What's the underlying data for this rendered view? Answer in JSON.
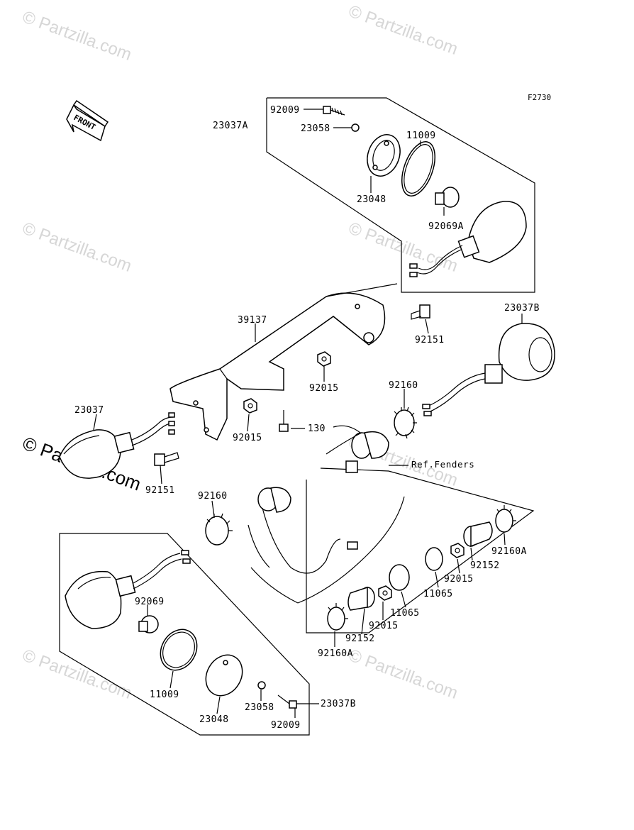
{
  "diagram": {
    "figure_code": "F2730",
    "direction_label": "FRONT",
    "watermark": {
      "faint_text": "Partzilla.com",
      "main_text": "Partzilla.com",
      "symbol": "©"
    },
    "reference_note": "Ref.Fenders",
    "labels": {
      "p92009_top": "92009",
      "p23037A": "23037A",
      "p23058_top": "23058",
      "p11009_top": "11009",
      "p23048_top": "23048",
      "p92069A": "92069A",
      "p23037B_right": "23037B",
      "p39137": "39137",
      "p92151_right": "92151",
      "p92015_mid": "92015",
      "p92160_right": "92160",
      "p23037_left": "23037",
      "p92015_left": "92015",
      "p130": "130",
      "p92151_left": "92151",
      "p92160_left": "92160",
      "p92160A_right": "92160A",
      "p92152_right": "92152",
      "p92015_right": "92015",
      "p11065_right": "11065",
      "p11065_left": "11065",
      "p92015_low": "92015",
      "p92152_low": "92152",
      "p92160A_low": "92160A",
      "p92069": "92069",
      "p11009_bottom": "11009",
      "p23048_bottom": "23048",
      "p23058_bottom": "23058",
      "p92009_bottom": "92009",
      "p23037B_bottom": "23037B"
    }
  }
}
